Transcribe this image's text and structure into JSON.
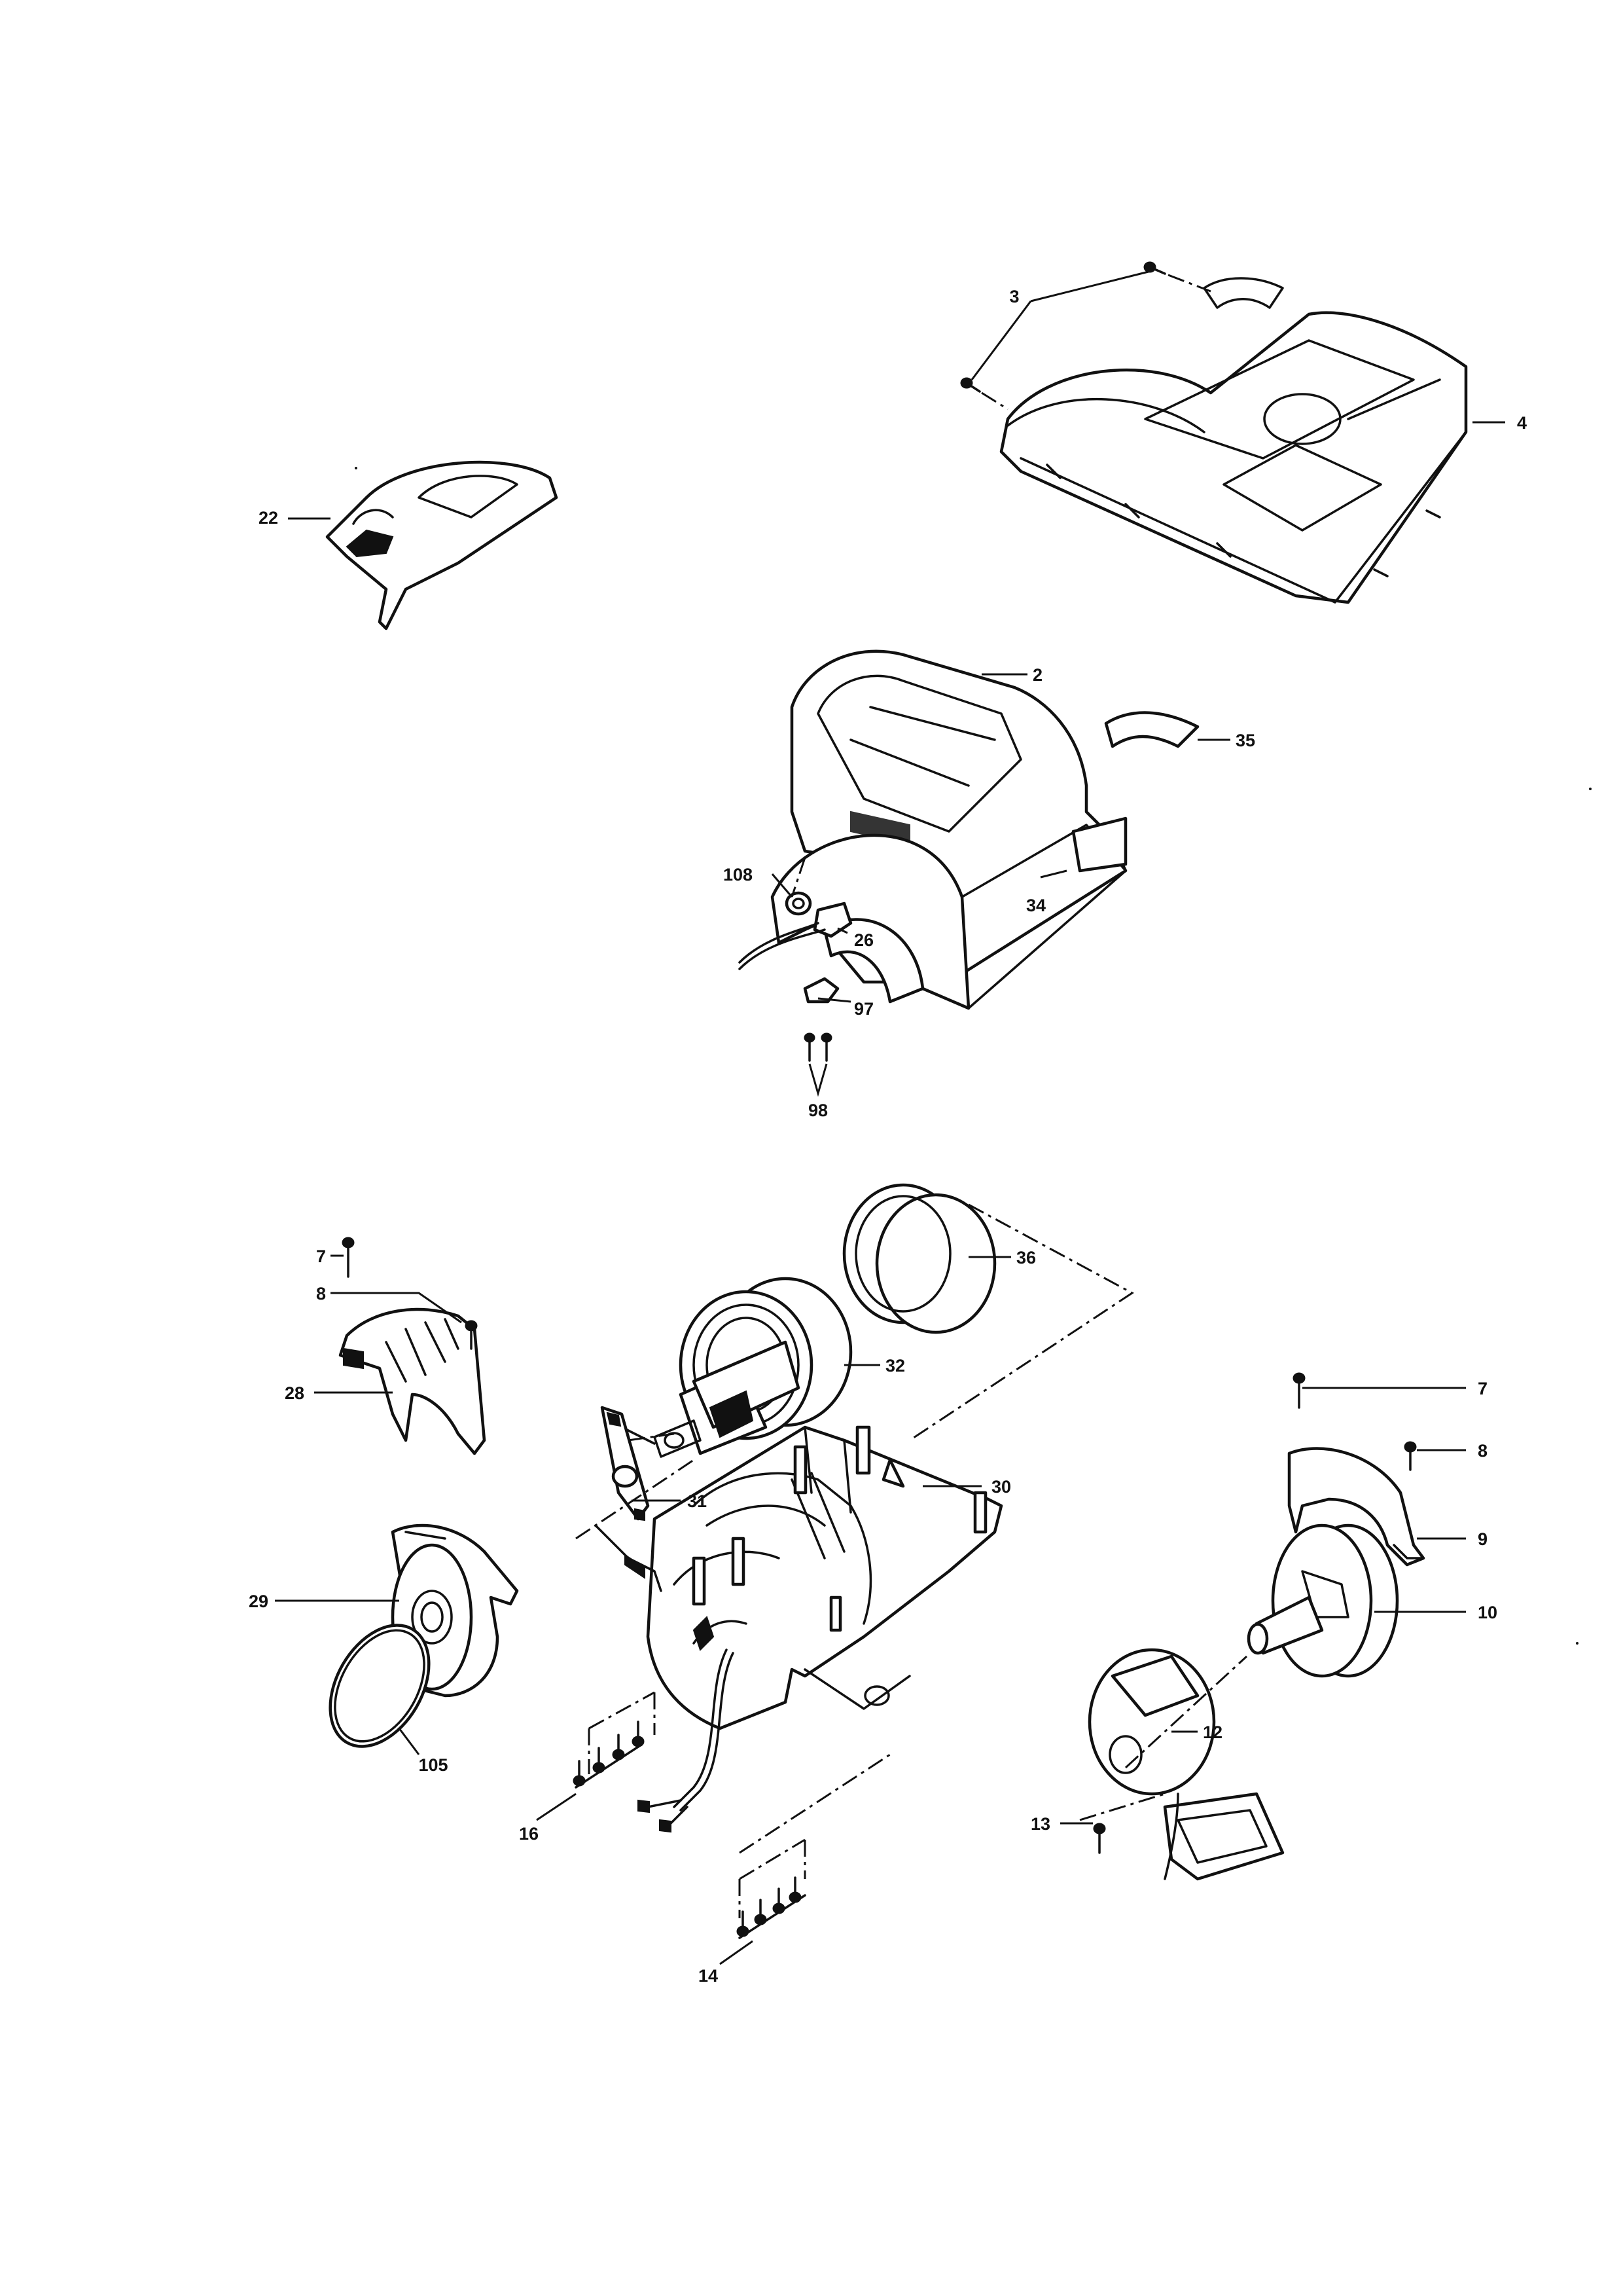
{
  "callouts": [
    {
      "id": "3",
      "label": "3"
    },
    {
      "id": "4",
      "label": "4"
    },
    {
      "id": "22",
      "label": "22"
    },
    {
      "id": "2",
      "label": "2"
    },
    {
      "id": "35",
      "label": "35"
    },
    {
      "id": "108",
      "label": "108"
    },
    {
      "id": "26",
      "label": "26"
    },
    {
      "id": "34",
      "label": "34"
    },
    {
      "id": "97",
      "label": "97"
    },
    {
      "id": "98",
      "label": "98"
    },
    {
      "id": "36",
      "label": "36"
    },
    {
      "id": "7a",
      "label": "7"
    },
    {
      "id": "8a",
      "label": "8"
    },
    {
      "id": "28",
      "label": "28"
    },
    {
      "id": "32",
      "label": "32"
    },
    {
      "id": "7b",
      "label": "7"
    },
    {
      "id": "8b",
      "label": "8"
    },
    {
      "id": "30",
      "label": "30"
    },
    {
      "id": "31",
      "label": "31"
    },
    {
      "id": "9",
      "label": "9"
    },
    {
      "id": "29",
      "label": "29"
    },
    {
      "id": "10",
      "label": "10"
    },
    {
      "id": "105",
      "label": "105"
    },
    {
      "id": "12",
      "label": "12"
    },
    {
      "id": "16",
      "label": "16"
    },
    {
      "id": "13",
      "label": "13"
    },
    {
      "id": "14",
      "label": "14"
    }
  ],
  "colors": {
    "ink": "#111111",
    "paper": "#ffffff"
  }
}
